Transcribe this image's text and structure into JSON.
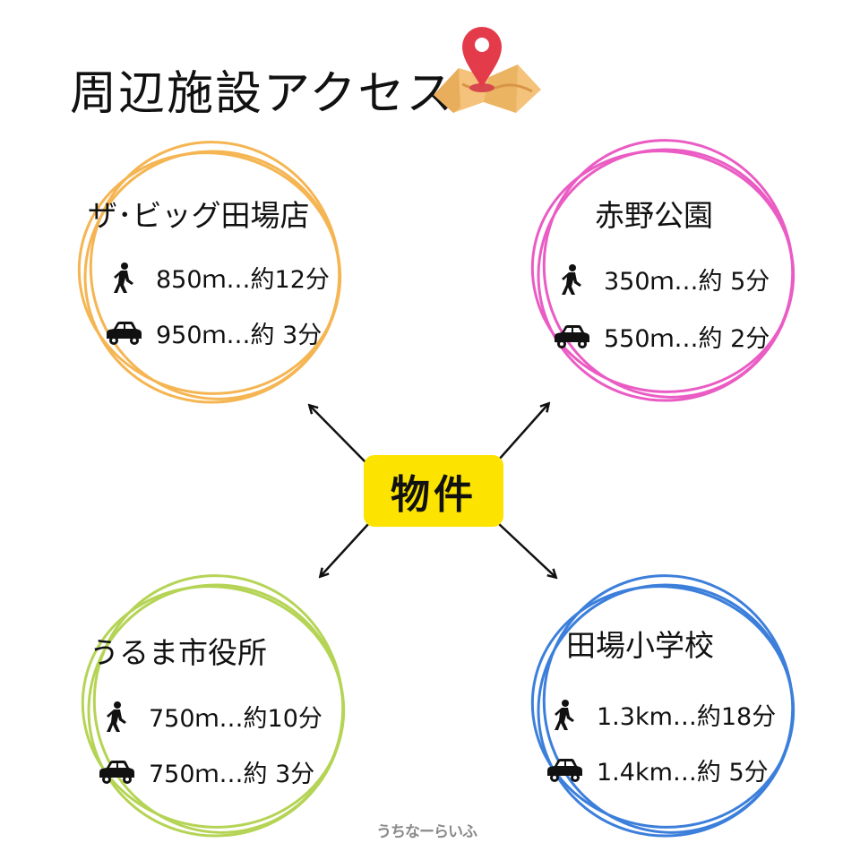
{
  "title": "周辺施設アクセス",
  "center_label": "物件",
  "footer_text": "うちなーらいふ",
  "colors": {
    "orange": "#f5b552",
    "pink": "#ea5cc4",
    "green": "#b5d455",
    "blue": "#3c7fdb",
    "yellow": "#fce300",
    "pin": "#e43b4b"
  },
  "facilities": [
    {
      "name": "ザ･ビッグ田場店",
      "walk": "850ｍ…約12分",
      "car": "950ｍ…約 3分",
      "color": "orange"
    },
    {
      "name": "赤野公園",
      "walk": "350ｍ…約 5分",
      "car": "550ｍ…約 2分",
      "color": "pink"
    },
    {
      "name": "うるま市役所",
      "walk": "750ｍ…約10分",
      "car": "750ｍ…約 3分",
      "color": "green"
    },
    {
      "name": "田場小学校",
      "walk": "1.3km…約18分",
      "car": "1.4km…約 5分",
      "color": "blue"
    }
  ],
  "icons": {
    "walk": "walking-person-icon",
    "car": "car-icon",
    "map": "map-pin-icon"
  }
}
